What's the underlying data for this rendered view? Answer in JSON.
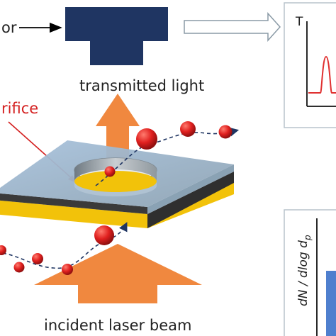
{
  "labels": {
    "detector": "or",
    "transmitted_light": "transmitted light",
    "orifice": "rifice",
    "incident_beam": "incident laser beam",
    "plot_T_axis": "T",
    "plot_dN_axis": "dN / dlog d",
    "plot_dN_subscript": "p"
  },
  "colors": {
    "detector": "#1f3562",
    "beam_arrow": "#f0883f",
    "particle": "#e0201f",
    "plate_top": "#9db4c8",
    "plate_side": "#3a3a3a",
    "plate_gold": "#f2c20a",
    "signal_line": "#e03030",
    "bar": "#4f7fce",
    "orifice_label": "#d42020"
  },
  "icons": {
    "detector": "detector-block-icon",
    "flow_arrow": "hollow-right-arrow-icon",
    "particles": "particle-sphere-icon"
  }
}
